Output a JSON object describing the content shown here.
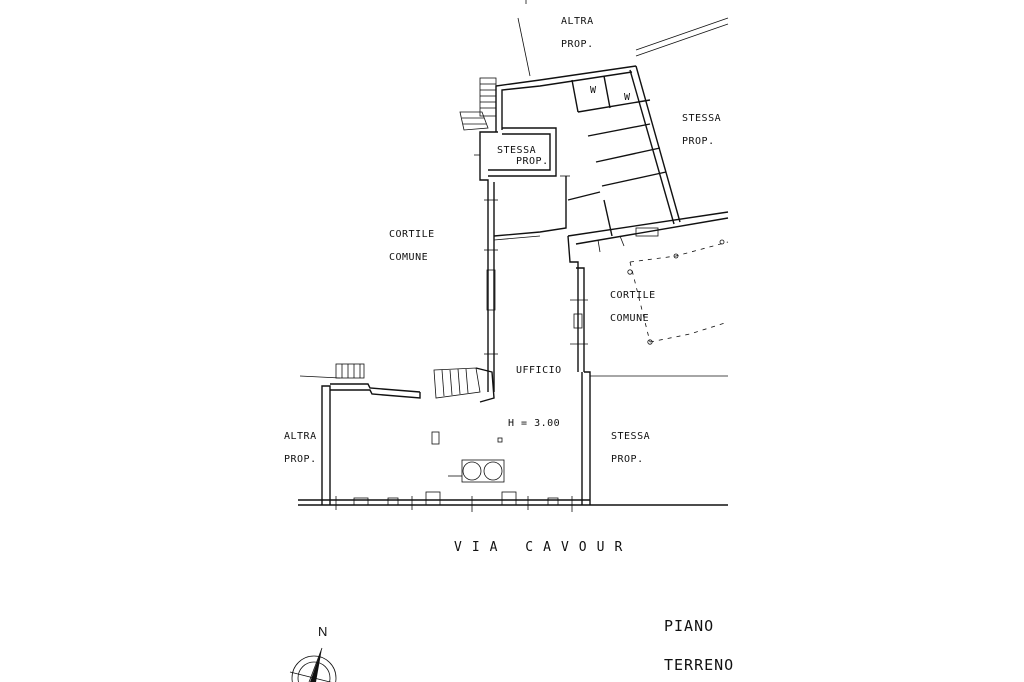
{
  "labels": {
    "altra_prop_top_1": "ALTRA",
    "altra_prop_top_2": "PROP.",
    "stessa_prop_right_top_1": "STESSA",
    "stessa_prop_right_top_2": "PROP.",
    "stessa_prop_inner_1": "STESSA",
    "stessa_prop_inner_2": "PROP.",
    "wc_1": "W",
    "wc_2": "W",
    "cortile_left_1": "CORTILE",
    "cortile_left_2": "COMUNE",
    "cortile_right_1": "CORTILE",
    "cortile_right_2": "COMUNE",
    "ufficio": "UFFICIO",
    "height": "H = 3.00",
    "altra_prop_left_1": "ALTRA",
    "altra_prop_left_2": "PROP.",
    "stessa_prop_right_bottom_1": "STESSA",
    "stessa_prop_right_bottom_2": "PROP.",
    "street": "VIA CAVOUR",
    "north": "N",
    "floor_1": "PIANO",
    "floor_2": "TERRENO"
  }
}
